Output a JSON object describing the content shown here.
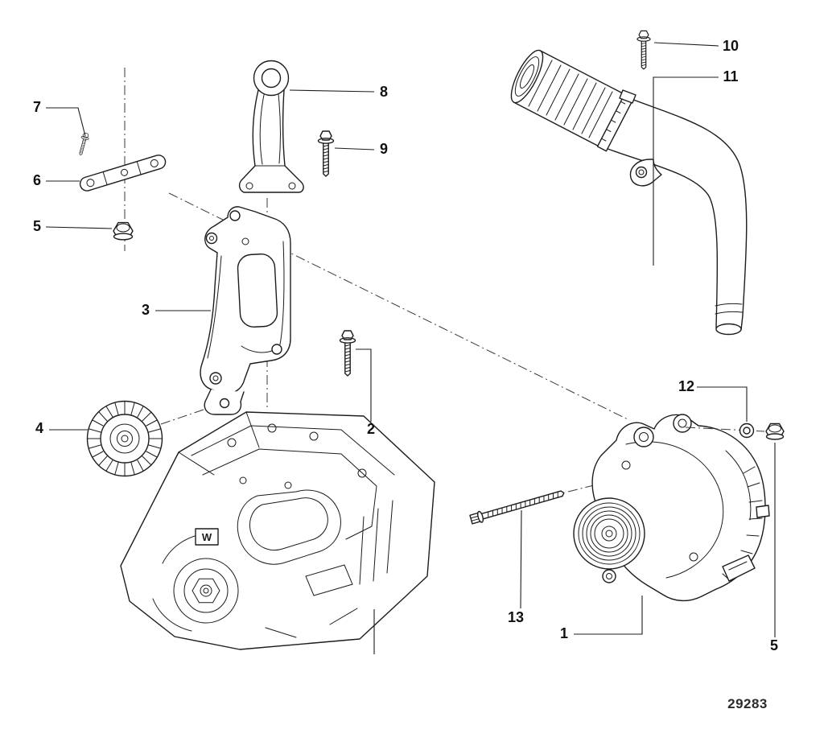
{
  "diagram": {
    "drawing_number": "29283",
    "engine_casting_mark": "W",
    "callouts": {
      "c1": "1",
      "c2": "2",
      "c3": "3",
      "c4": "4",
      "c5a": "5",
      "c5b": "5",
      "c6": "6",
      "c7": "7",
      "c8": "8",
      "c9": "9",
      "c10": "10",
      "c11": "11",
      "c12": "12",
      "c13": "13"
    }
  }
}
